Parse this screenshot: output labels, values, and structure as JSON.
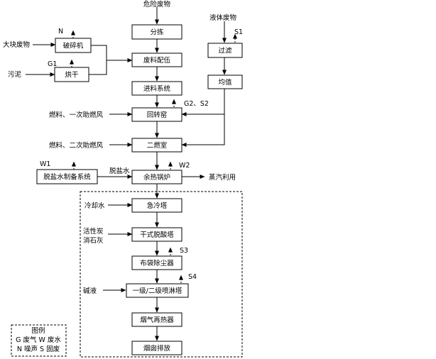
{
  "nodes": {
    "sorting": "分拣",
    "crusher": "破碎机",
    "dryer": "烘干",
    "blending": "废料配伍",
    "feeding": "进料系统",
    "kiln": "回转窑",
    "secondary_chamber": "二燃室",
    "waste_heat_boiler": "余热锅炉",
    "desalted_water_system": "脱盐水制备系统",
    "filter": "过滤",
    "homogenize": "均值",
    "quench_tower": "急冷塔",
    "dry_deacid_tower": "干式脱酸塔",
    "bag_filter": "布袋除尘器",
    "spray_tower": "一级/二级喷淋塔",
    "flue_gas_reheater": "烟气再热器",
    "stack": "烟囱排放"
  },
  "inputs": {
    "hazardous_waste": "危险废物",
    "liquid_waste": "液体废物",
    "bulk_waste": "大块废物",
    "sludge": "污泥",
    "fuel_air_primary": "燃料、一次助燃风",
    "fuel_air_secondary": "燃料、二次助燃风",
    "desalted_water": "脱盐水",
    "steam_use": "蒸汽利用",
    "cooling_water": "冷却水",
    "activated_carbon": "活性炭",
    "slaked_lime": "消石灰",
    "alkali": "碱液"
  },
  "emissions": {
    "n": "N",
    "g1": "G1",
    "s1": "S1",
    "g2s2": "G2、S2",
    "w1": "W1",
    "w2": "W2",
    "s3": "S3",
    "s4": "S4"
  },
  "legend": {
    "title": "图例",
    "line1": "G 废气 W 废水",
    "line2": "N 噪声 S 固废"
  }
}
